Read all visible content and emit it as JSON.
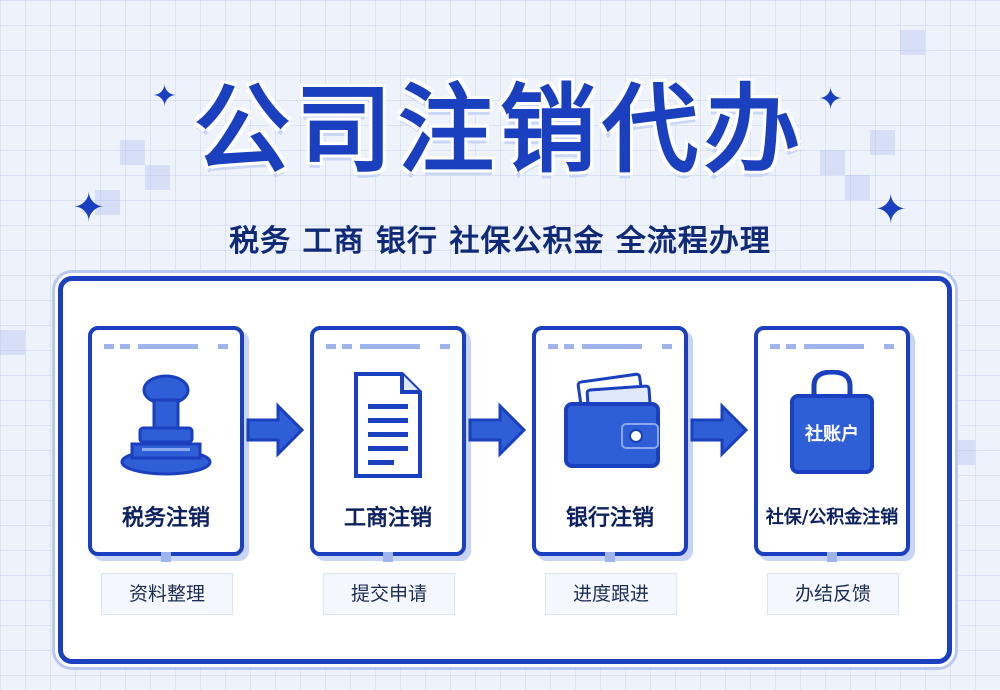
{
  "title": "公司注销代办",
  "subtitle": "税务 工商 银行 社保公积金 全流程办理",
  "steps": [
    {
      "label": "税务注销",
      "sublabel": "资料整理"
    },
    {
      "label": "工商注销",
      "sublabel": "提交申请"
    },
    {
      "label": "银行注销",
      "sublabel": "进度跟进"
    },
    {
      "label": "社保/公积金注销",
      "sublabel": "办结反馈",
      "badge": "社账户"
    }
  ],
  "colors": {
    "primary": "#1a3fbf",
    "icon_blue": "#2f5fd6",
    "background": "#eef2fb"
  }
}
